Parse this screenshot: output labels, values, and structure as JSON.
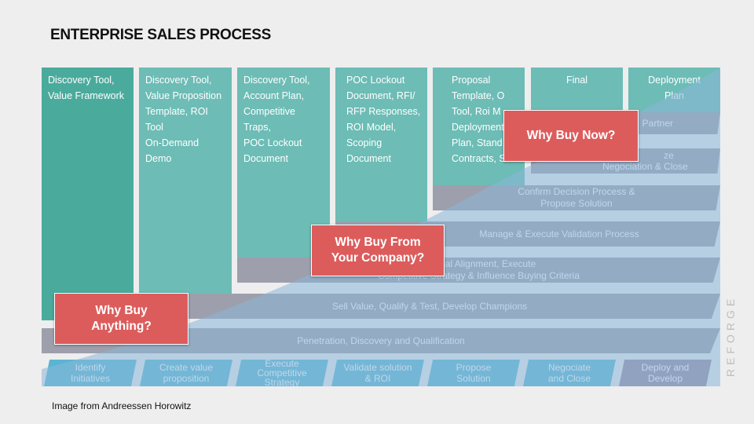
{
  "title": "ENTERPRISE SALES PROCESS",
  "columns": [
    {
      "text": "Discovery Tool,\nValue Framework"
    },
    {
      "text": "Discovery Tool,\nValue Proposition\nTemplate, ROI Tool\nOn-Demand Demo"
    },
    {
      "text": "Discovery Tool,\nAccount Plan,\nCompetitive Traps,\nPOC Lockout\nDocument"
    },
    {
      "text": "POC Lockout\nDocument, RFI/\nRFP Responses,\nROI Model,\nScoping\nDocument"
    },
    {
      "text": "Proposal\nTemplate, O\nTool, Roi M\nDeployment\nPlan, Stand\nContracts, S"
    },
    {
      "text": "Final"
    },
    {
      "text": "Deployment\nPlan"
    }
  ],
  "bars": [
    {
      "text": "Partner"
    },
    {
      "text": "Negociation & Close",
      "partial": "ze"
    },
    {
      "text": "Confirm Decision Process &\nPropose Solution"
    },
    {
      "text": "Manage & Execute Validation Process"
    },
    {
      "text": "Vertical Alignment, Execute\nCompetitive Strategy & Influence Buying Criteria"
    },
    {
      "text": "Sell Value, Qualify & Test, Develop Champions"
    },
    {
      "text": "Penetration, Discovery and Qualification"
    }
  ],
  "steps": [
    {
      "text": "Identify\nInitiatives"
    },
    {
      "text": "Create value\nproposition"
    },
    {
      "text": "Execute\nCompetitive\nStrategy"
    },
    {
      "text": "Validate solution\n& ROI"
    },
    {
      "text": "Propose\nSolution"
    },
    {
      "text": "Negociate\nand Close"
    },
    {
      "text": "Deploy and\nDevelop"
    }
  ],
  "callouts": [
    {
      "text": "Why Buy Now?"
    },
    {
      "text": "Why Buy From\nYour Company?"
    },
    {
      "text": "Why Buy\nAnything?"
    }
  ],
  "credit": "Image from Andreessen Horowitz",
  "brand": "REFORGE",
  "colors": {
    "teal_dark": "#4aab9d",
    "teal": "#6dbcb6",
    "gray_bar": "#9e9fac",
    "step_blue": "#5ab5d3",
    "step_mauve": "#9a8aa4",
    "callout_red": "#dc5c5c",
    "overlay_blue": "#8ab6d9"
  }
}
